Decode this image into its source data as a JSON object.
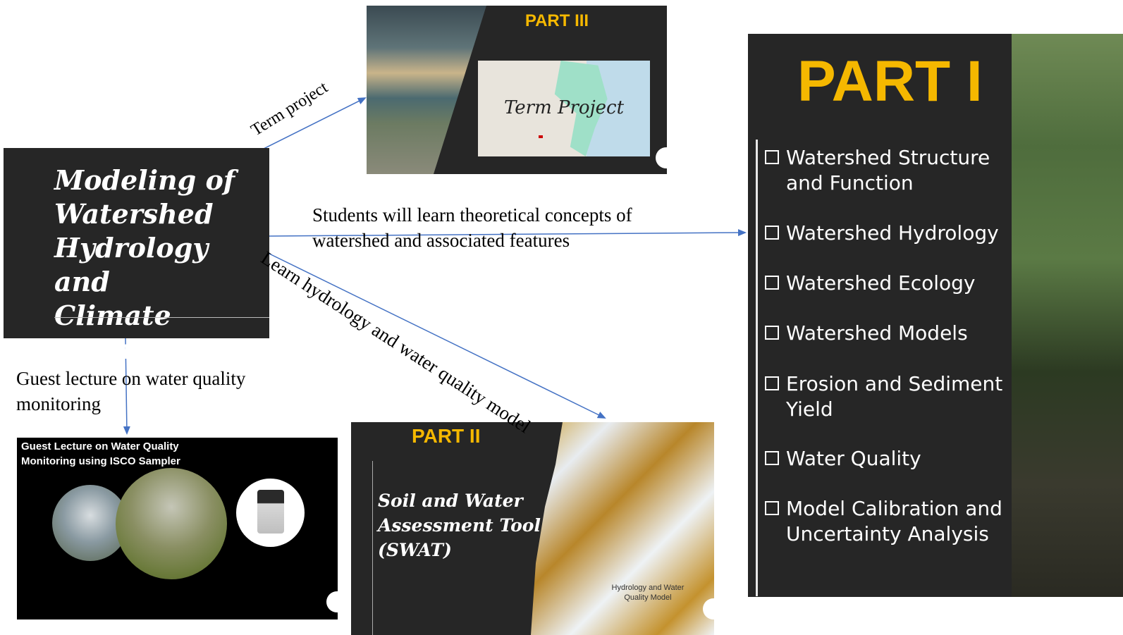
{
  "main": {
    "title": "Modeling of\nWatershed\nHydrology and\nClimate Change"
  },
  "part3": {
    "label": "PART III",
    "map_text": "Term Project"
  },
  "part1": {
    "label": "PART I",
    "items": [
      "Watershed Structure and Function",
      "Watershed Hydrology",
      "Watershed Ecology",
      "Watershed Models",
      "Erosion and Sediment Yield",
      "Water Quality",
      "Model Calibration and Uncertainty Analysis"
    ]
  },
  "part2": {
    "label": "PART II",
    "title": "Soil and Water\nAssessment Tool\n(SWAT)",
    "subtitle": "Hydrology and Water\nQuality Model"
  },
  "guest": {
    "title": "Guest Lecture on Water Quality\nMonitoring using ISCO Sampler"
  },
  "arrows": {
    "term_project": "Term project",
    "students": "Students will learn theoretical concepts of\nwatershed and associated features",
    "learn": "Learn hydrology and water quality model",
    "guest": "Guest lecture on water quality\nmonitoring"
  },
  "colors": {
    "panel": "#262626",
    "accent": "#f5b800",
    "arrow": "#4472c4"
  }
}
